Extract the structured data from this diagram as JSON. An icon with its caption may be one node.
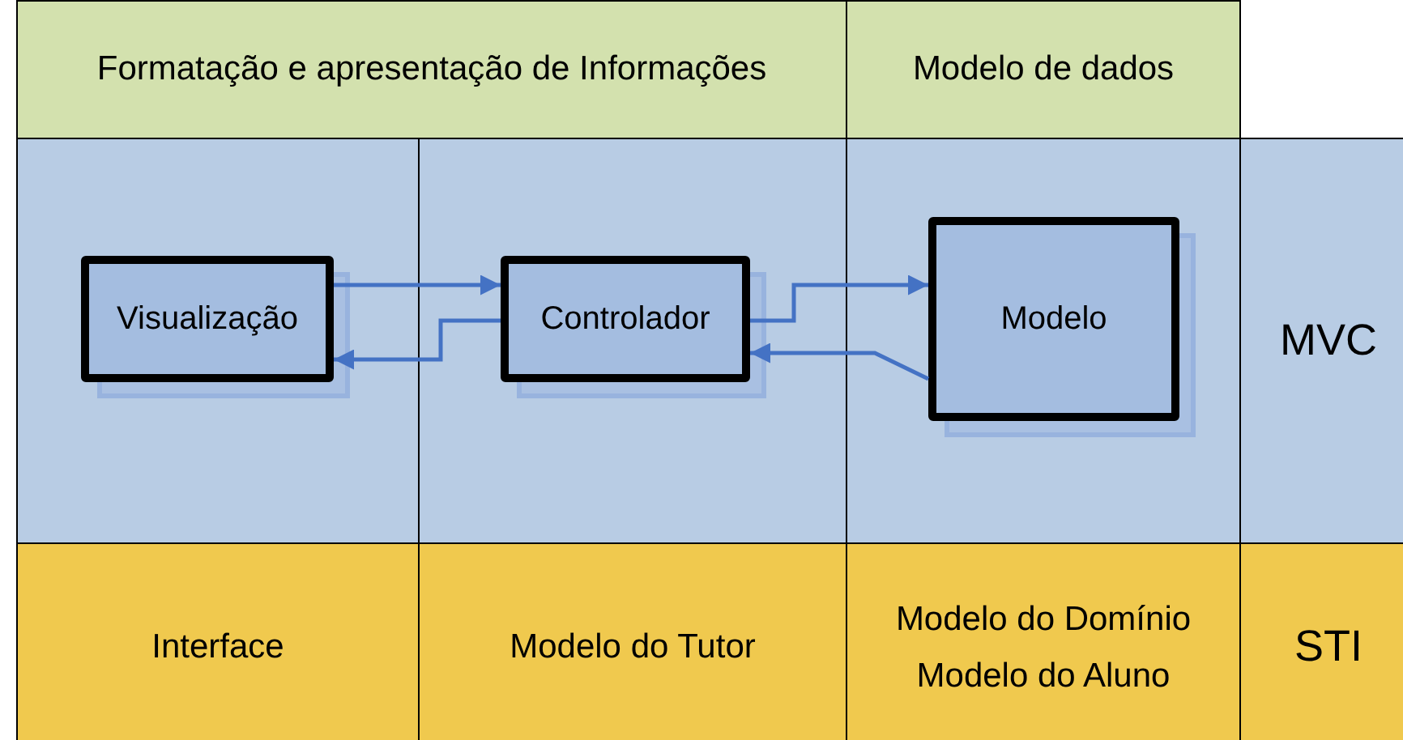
{
  "diagram": {
    "nodes": [
      {
        "text": [
          "Formatação e apresentação de Informações"
        ]
      },
      {
        "text": [
          "Modelo de dados"
        ]
      },
      {
        "text": [
          "Visualização"
        ]
      },
      {
        "text": [
          "Controlador"
        ]
      },
      {
        "text": [
          "Modelo"
        ]
      },
      {
        "text": [
          "MVC"
        ]
      },
      {
        "text": [
          "Interface"
        ]
      },
      {
        "text": [
          "Modelo do Tutor"
        ]
      },
      {
        "text": [
          "Modelo do Domínio",
          "Modelo do Aluno"
        ]
      },
      {
        "text": [
          "STI"
        ]
      }
    ],
    "edges": [
      {
        "from": 2,
        "to": 3,
        "arrow": "to"
      },
      {
        "from": 3,
        "to": 2,
        "arrow": "to"
      },
      {
        "from": 3,
        "to": 4,
        "arrow": "to"
      },
      {
        "from": 4,
        "to": 3,
        "arrow": "to"
      }
    ]
  }
}
